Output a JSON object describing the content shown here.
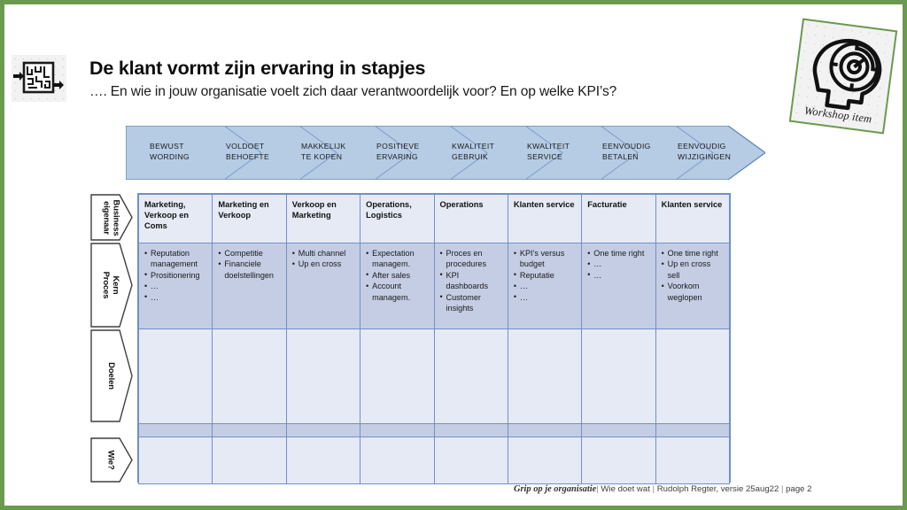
{
  "slide": {
    "border_color": "#6B9A4F",
    "background": "#ffffff"
  },
  "header": {
    "title": "De klant vormt zijn ervaring in stapjes",
    "subtitle": "…. En wie in jouw organisatie voelt zich daar verantwoordelijk voor? En op welke KPI’s?"
  },
  "maze_badge": {
    "icon": "maze-icon",
    "background": "#F2F2F2"
  },
  "workshop_card": {
    "icon": "head-maze-icon",
    "caption": "Workshop item",
    "border_color": "#6B9A4F",
    "background": "#F2F2F2"
  },
  "chevron_band": {
    "fill": "#B6CCE4",
    "stroke": "#6A8CBF",
    "stages": [
      {
        "line1": "BEWUST",
        "line2": "WORDING"
      },
      {
        "line1": "VOLDOET",
        "line2": "BEHOEFTE"
      },
      {
        "line1": "MAKKELIJK",
        "line2": "TE KOPEN"
      },
      {
        "line1": "POSITIEVE",
        "line2": "ERVARING"
      },
      {
        "line1": "KWALITEIT",
        "line2": "GEBRUIK"
      },
      {
        "line1": "KWALITEIT",
        "line2": "SERVICE"
      },
      {
        "line1": "EENVOUDIG",
        "line2": "BETALEN"
      },
      {
        "line1": "EENVOUDIG",
        "line2": "WIJZIGINGEN"
      }
    ]
  },
  "row_labels": [
    {
      "id": "business-eigenaar",
      "text": "Business\neigenaar"
    },
    {
      "id": "kern-proces",
      "text": "Kern Proces"
    },
    {
      "id": "doelen",
      "text": "Doelen"
    },
    {
      "id": "wie",
      "text": "Wie?"
    }
  ],
  "table": {
    "grid_color": "#7090C8",
    "header_fill": "#E6EAF5",
    "bullets_fill": "#C5CDE4",
    "header_row": [
      "Marketing, Verkoop en Coms",
      "Marketing en Verkoop",
      "Verkoop en Marketing",
      "Operations, Logistics",
      "Operations",
      "Klanten service",
      "Facturatie",
      "Klanten service"
    ],
    "bullet_row": [
      [
        "Reputation management",
        "Prositionering",
        "…",
        "…"
      ],
      [
        "Competitie",
        "Financiele doelstellingen"
      ],
      [
        "Multi channel",
        "Up en cross"
      ],
      [
        "Expectation managem.",
        "After sales",
        "Account managem."
      ],
      [
        "Proces en procedures",
        "KPI dashboards",
        "Customer insights"
      ],
      [
        "KPI’s versus budget",
        "Reputatie",
        "…",
        "…"
      ],
      [
        "One time right",
        "…",
        "…"
      ],
      [
        "One time right",
        "Up en cross sell",
        "Voorkom weglopen"
      ]
    ],
    "empty_rows": 3
  },
  "footer": {
    "brand": "Grip op je organisatie",
    "segment_1": "Wie doet wat",
    "segment_2": "Rudolph Regter, versie 25aug22",
    "segment_3": "page 2",
    "separator": "|"
  }
}
